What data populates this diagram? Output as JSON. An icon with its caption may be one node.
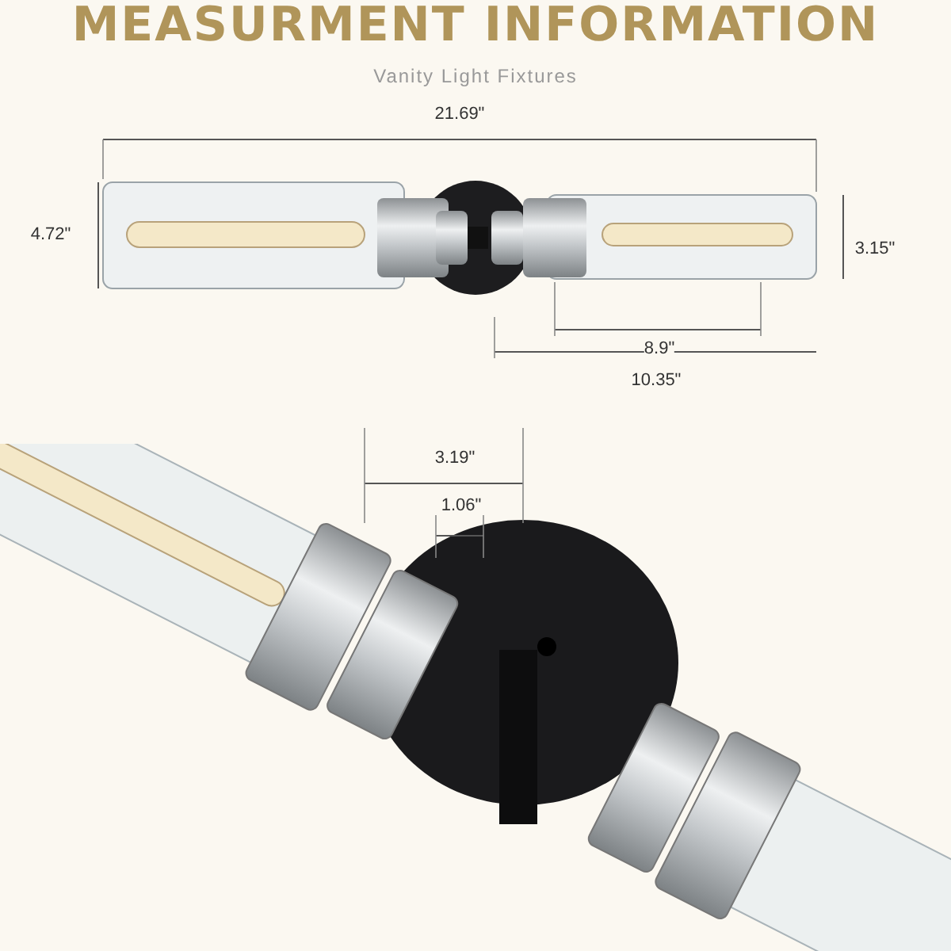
{
  "diagram": {
    "title": "MEASURMENT INFORMATION",
    "labels": [
      "Vanity Light Fixtures",
      "21.69\"",
      "4.72\"",
      "3.15\"",
      "8.9\"",
      "10.35\"",
      "3.19\"",
      "1.06\""
    ]
  }
}
